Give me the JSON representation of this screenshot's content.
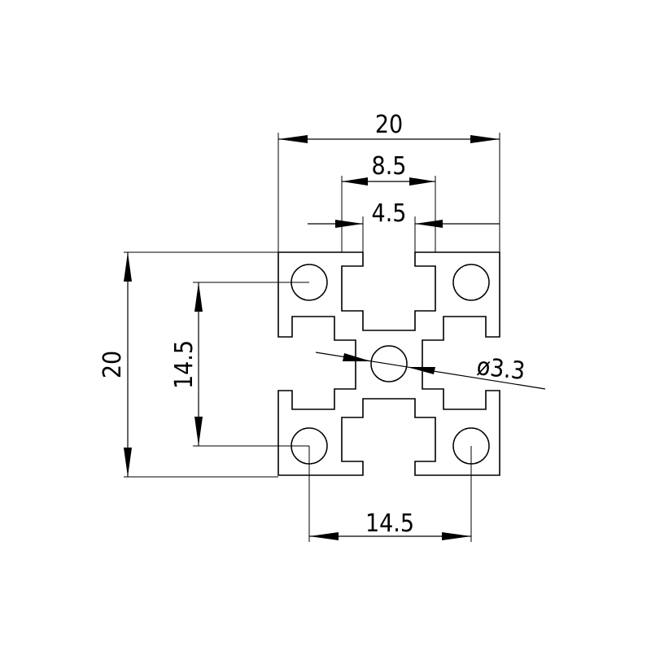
{
  "dimensions": {
    "overall_width": "20",
    "slot_opening_outer": "8.5",
    "slot_opening_inner": "4.5",
    "overall_height": "20",
    "hole_spacing_vertical": "14.5",
    "hole_spacing_horizontal": "14.5",
    "center_hole_diameter": "ø3.3"
  }
}
